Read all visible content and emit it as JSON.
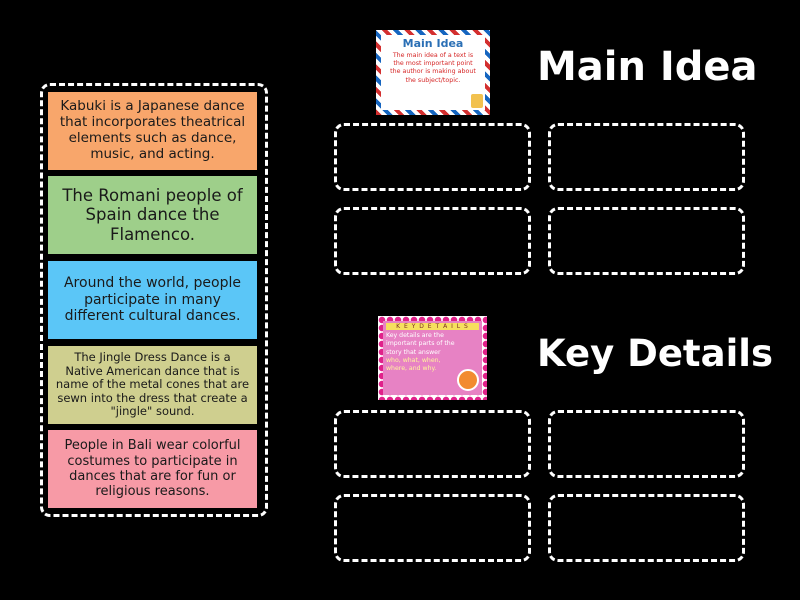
{
  "colors": {
    "background": "#000000",
    "dashed_border": "#ffffff",
    "card_orange": "#f8a66b",
    "card_green": "#9ecf8a",
    "card_blue": "#5bc6f7",
    "card_olive": "#cfcf8f",
    "card_pink": "#f79aa6"
  },
  "cards": [
    {
      "text": "Kabuki is a Japanese dance that incorporates theatrical elements such as dance, music, and acting.",
      "color": "#f8a66b"
    },
    {
      "text": "The Romani people of Spain dance the Flamenco.",
      "color": "#9ecf8a"
    },
    {
      "text": "Around the world, people participate in many different cultural dances.",
      "color": "#5bc6f7"
    },
    {
      "text": "The Jingle Dress Dance is a Native American dance that is name of the metal cones that are sewn into the dress that create a \"jingle\" sound.",
      "color": "#cfcf8f"
    },
    {
      "text": "People in Bali wear colorful costumes to participate in dances that are for fun or religious reasons.",
      "color": "#f79aa6"
    }
  ],
  "main_idea": {
    "heading": "Main Idea",
    "thumbnail": {
      "title": "Main Idea",
      "lines": [
        "The main idea of a text is",
        "the most important point",
        "the author is making about",
        "the subject/topic."
      ]
    }
  },
  "key_details": {
    "heading": "Key Details",
    "thumbnail": {
      "letters": "K E Y D E T A I L S",
      "lines": [
        "Key details are the",
        "important parts of the",
        "story that answer",
        "who, what, when,",
        "where, and why."
      ]
    }
  }
}
